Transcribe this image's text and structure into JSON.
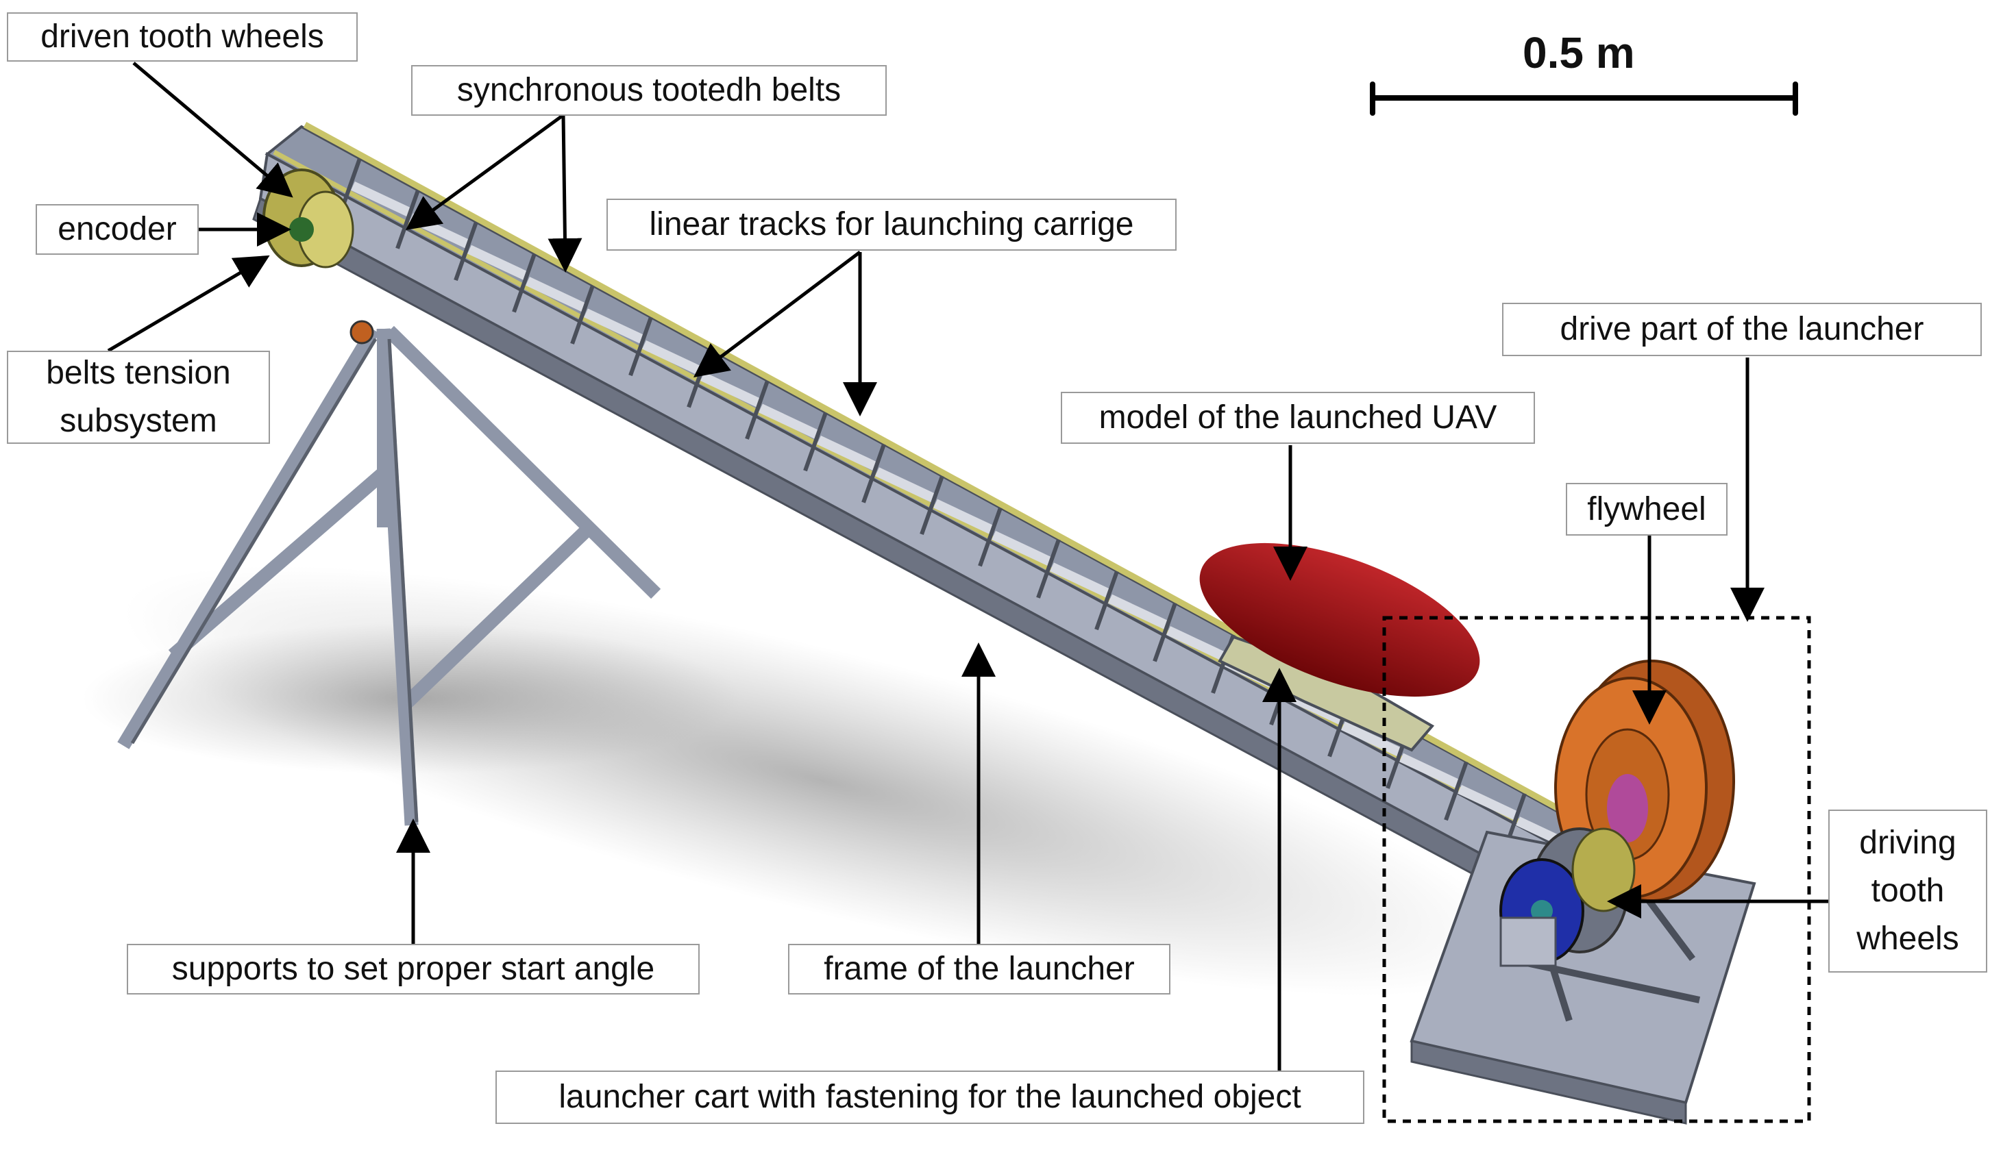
{
  "labels": {
    "driven_tooth_wheels": "driven tooth wheels",
    "synchronous_belts": "synchronous tootedh belts",
    "encoder": "encoder",
    "linear_tracks": "linear tracks for launching carrige",
    "belts_tension": "belts tension subsystem",
    "drive_part": "drive part of the launcher",
    "model_uav": "model of the launched UAV",
    "flywheel": "flywheel",
    "driving_tooth_wheels": "driving tooth wheels",
    "supports": "supports to set proper start angle",
    "frame": "frame of the launcher",
    "launcher_cart": "launcher cart with fastening for the launched object"
  },
  "scale_bar": {
    "label": "0.5 m"
  },
  "colors": {
    "frame": "#8e96a8",
    "frame_dark": "#4a4f5a",
    "belt": "#c9c46a",
    "uav": "#9c0e12",
    "flywheel": "#d9732a",
    "driving_wheel": "#1f2fa8",
    "cart": "#c8c9a0",
    "arrow": "#000000"
  }
}
